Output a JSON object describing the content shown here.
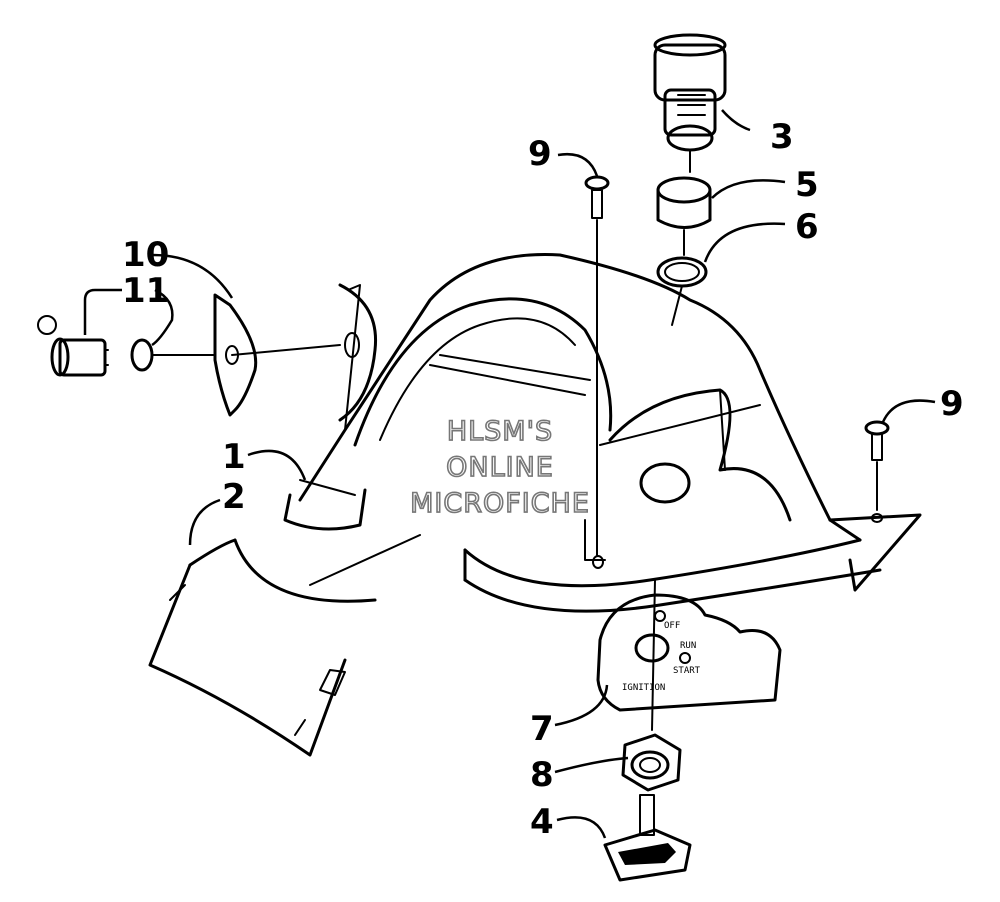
{
  "watermark": {
    "line1": "HLSM'S",
    "line2": "ONLINE",
    "line3": "MICROFICHE"
  },
  "callouts": {
    "c1": "1",
    "c2": "2",
    "c3": "3",
    "c4": "4",
    "c5": "5",
    "c6": "6",
    "c7": "7",
    "c8": "8",
    "c9a": "9",
    "c9b": "9",
    "c10": "10",
    "c11": "11"
  },
  "plate": {
    "off": "OFF",
    "run": "RUN",
    "start": "START",
    "ignition": "IGNITION"
  }
}
